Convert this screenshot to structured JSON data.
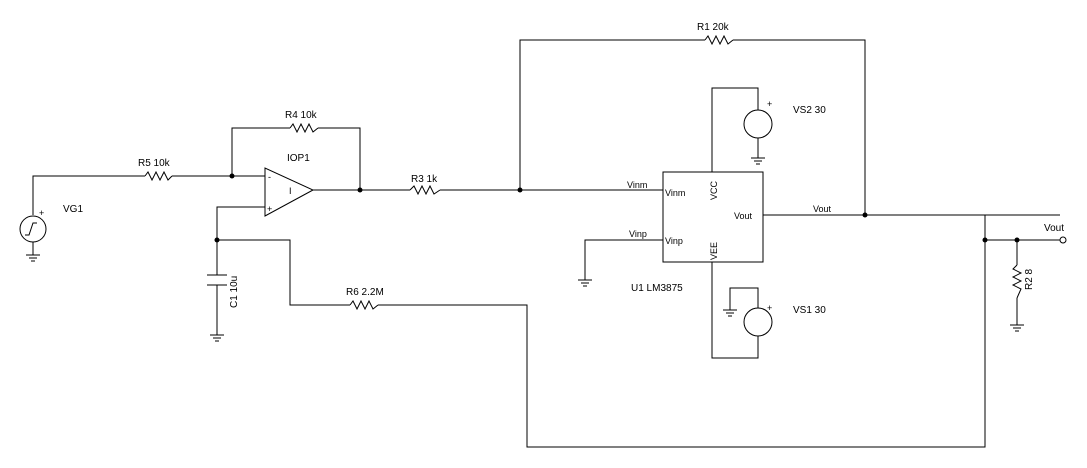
{
  "labels": {
    "r1": "R1 20k",
    "r3": "R3 1k",
    "r4": "R4 10k",
    "r5": "R5 10k",
    "r6": "R6 2.2M",
    "r2": "R2 8",
    "c1": "C1 10u",
    "iop1": "IOP1",
    "iop1_sym": "I",
    "vg1": "VG1",
    "vs2": "VS2 30",
    "vs1": "VS1 30",
    "u1": "U1 LM3875",
    "vout_port": "Vout"
  },
  "nets": {
    "vinm": "Vinm",
    "vinp": "Vinp",
    "vout": "Vout"
  },
  "pins": {
    "vinm": "Vinm",
    "vinp": "Vinp",
    "vcc": "VCC",
    "vee": "VEE",
    "vout": "Vout",
    "minus": "-",
    "plus": "+"
  }
}
